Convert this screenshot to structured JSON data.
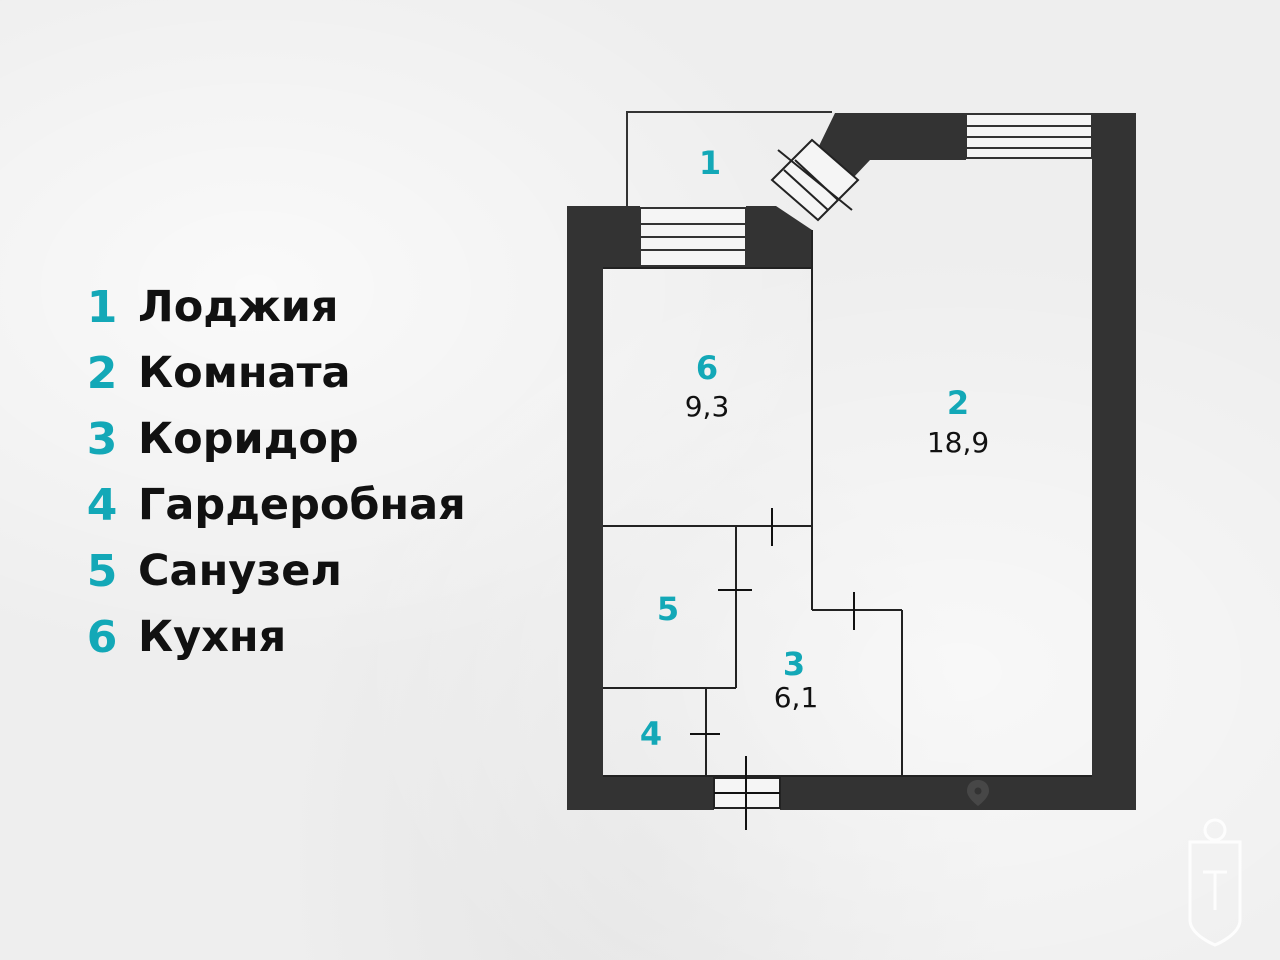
{
  "legend": [
    {
      "num": "1",
      "label": "Лоджия"
    },
    {
      "num": "2",
      "label": "Комната"
    },
    {
      "num": "3",
      "label": "Коридор"
    },
    {
      "num": "4",
      "label": "Гардеробная"
    },
    {
      "num": "5",
      "label": "Санузел"
    },
    {
      "num": "6",
      "label": "Кухня"
    }
  ],
  "rooms": {
    "r1": {
      "num": "1"
    },
    "r2": {
      "num": "2",
      "area": "18,9"
    },
    "r3": {
      "num": "3",
      "area": "6,1"
    },
    "r4": {
      "num": "4"
    },
    "r5": {
      "num": "5"
    },
    "r6": {
      "num": "6",
      "area": "9,3"
    }
  },
  "colors": {
    "accent": "#13a8b7",
    "wall": "#333333",
    "text": "#111111",
    "background": "#eeeeee"
  },
  "icons": [
    "map-pin-icon",
    "watermark-logo-icon"
  ]
}
